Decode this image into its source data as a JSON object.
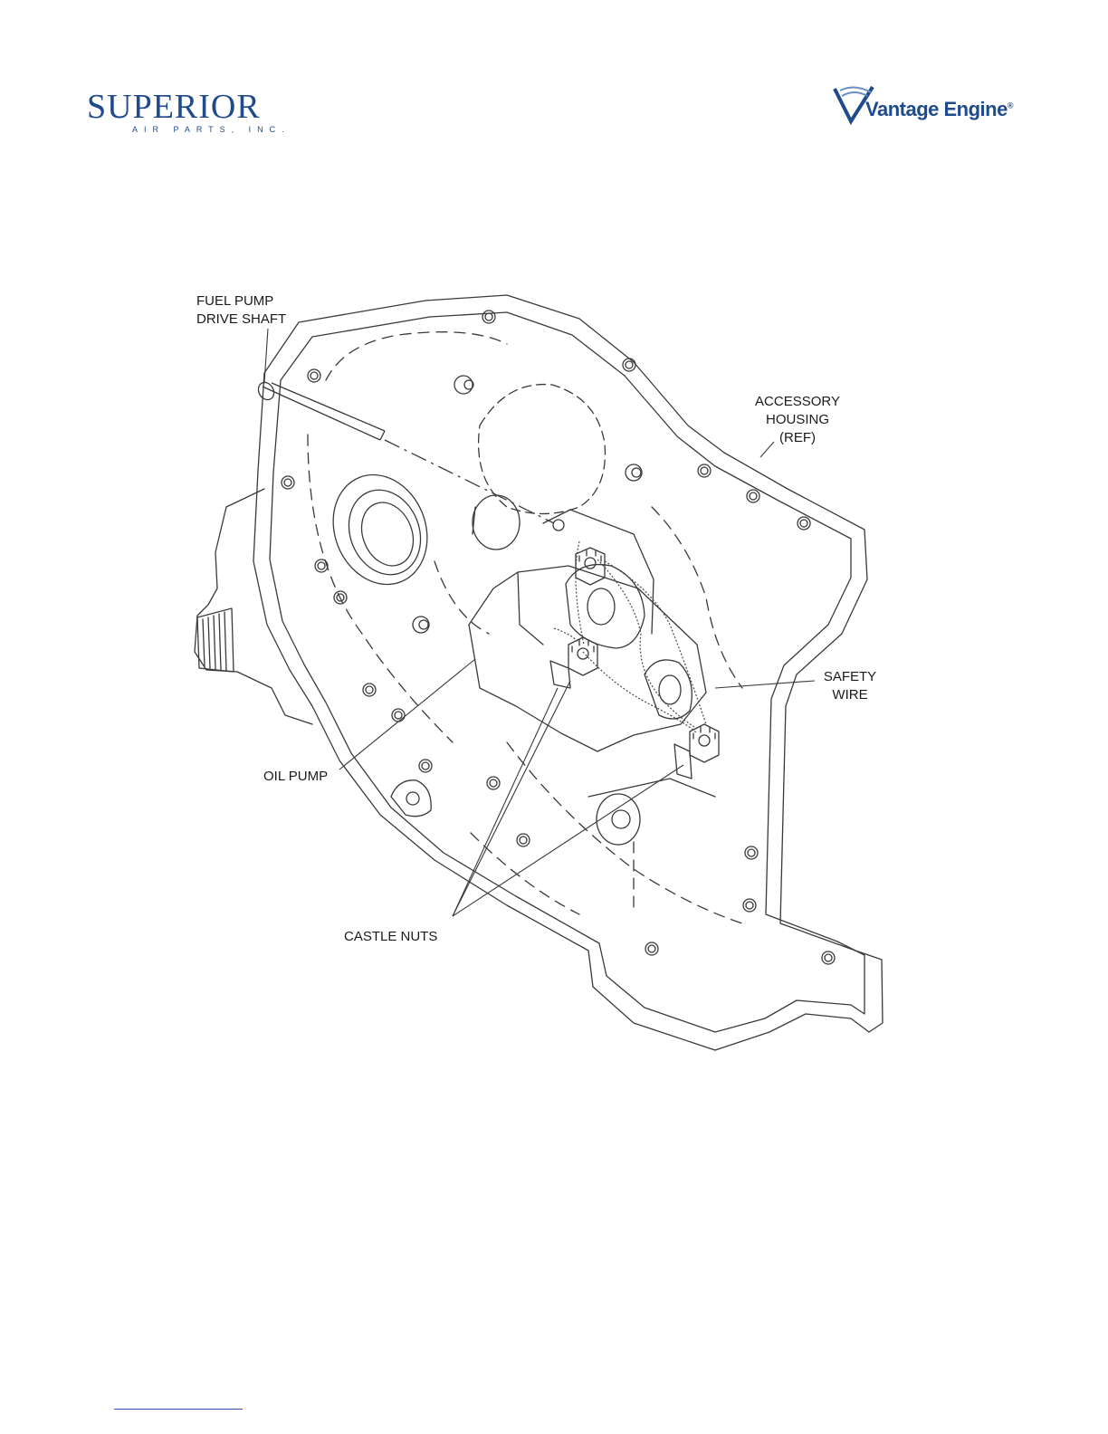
{
  "logos": {
    "superior": {
      "word": "SUPERIOR",
      "subtitle": "AIR PARTS, INC.",
      "color": "#1f4a8c"
    },
    "vantage": {
      "word": "Vantage Engine",
      "reg": "®",
      "color": "#1f4a8c"
    }
  },
  "diagram": {
    "callouts": {
      "fuel_pump": [
        "FUEL PUMP",
        "DRIVE SHAFT"
      ],
      "accessory_housing": [
        "ACCESSORY",
        "HOUSING",
        "(REF)"
      ],
      "safety_wire": [
        "SAFETY",
        "WIRE"
      ],
      "oil_pump": [
        "OIL PUMP"
      ],
      "castle_nuts": [
        "CASTLE NUTS"
      ]
    }
  }
}
